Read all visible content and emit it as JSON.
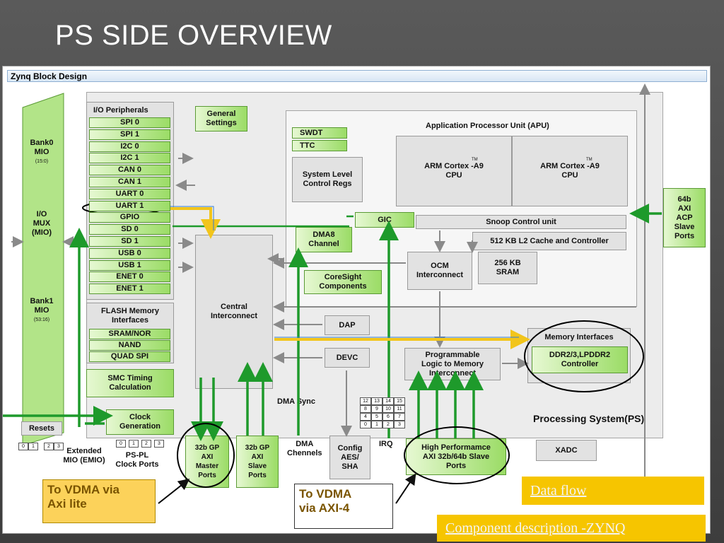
{
  "slide": {
    "title": "PS SIDE OVERVIEW"
  },
  "diagram": {
    "window_title": "Zynq Block Design",
    "mio": {
      "bank0": "Bank0",
      "bank0_mio": "MIO",
      "bank0_range": "(15:0)",
      "io_mux_1": "I/O",
      "io_mux_2": "MUX",
      "io_mux_3": "(MIO)",
      "bank1": "Bank1",
      "bank1_mio": "MIO",
      "bank1_range": "(53:16)"
    },
    "io_peripherals": {
      "title": "I/O Peripherals",
      "items": [
        "SPI 0",
        "SPI 1",
        "I2C 0",
        "I2C 1",
        "CAN 0",
        "CAN 1",
        "UART 0",
        "UART 1",
        "GPIO",
        "SD 0",
        "SD 1",
        "USB 0",
        "USB 1",
        "ENET 0",
        "ENET 1"
      ],
      "check_mark": "√"
    },
    "flash": {
      "title_1": "FLASH Memory",
      "title_2": "Interfaces",
      "items": [
        "SRAM/NOR",
        "NAND",
        "QUAD SPI"
      ]
    },
    "smc": {
      "line1": "SMC Timing",
      "line2": "Calculation"
    },
    "resets": "Resets",
    "clock": {
      "line1": "Clock",
      "line2": "Generation",
      "ports": [
        "0",
        "1",
        "2",
        "3"
      ]
    },
    "emio": {
      "ports": [
        "0",
        "1",
        "2",
        "3"
      ],
      "line1": "Extended",
      "line2": "MIO (EMIO)"
    },
    "pspl_clock": {
      "line1": "PS-PL",
      "line2": "Clock Ports"
    },
    "general_settings": {
      "line1": "General",
      "line2": "Settings"
    },
    "central_interconnect": {
      "line1": "Central",
      "line2": "Interconnect"
    },
    "swdt": "SWDT",
    "ttc": "TTC",
    "system_level": {
      "line1": "System Level",
      "line2": "Control Regs"
    },
    "apu": {
      "title": "Application Processor Unit (APU)",
      "cpu1_line1": "ARM Cortex -A9",
      "cpu1_line2": "CPU",
      "cpu2_line1": "ARM Cortex -A9",
      "cpu2_line2": "CPU",
      "tm": "TM"
    },
    "gic": "GIC",
    "snoop": "Snoop Control unit",
    "l2cache": "512 KB L2 Cache and Controller",
    "dma8": {
      "line1": "DMA8",
      "line2": "Channel"
    },
    "ocm": {
      "line1": "OCM",
      "line2": "Interconnect"
    },
    "sram": {
      "line1": "256 KB",
      "line2": "SRAM"
    },
    "coresight": {
      "line1": "CoreSight",
      "line2": "Components"
    },
    "dap": "DAP",
    "devc": "DEVC",
    "memory_interfaces": "Memory Interfaces",
    "ddr": {
      "line1": "DDR2/3,LPDDR2",
      "line2": "Controller"
    },
    "pl_mem": {
      "line1": "Programmable",
      "line2": "Logic to Memory",
      "line3": "Interconnect"
    },
    "acp": {
      "line1": "64b",
      "line2": "AXI",
      "line3": "ACP",
      "line4": "Slave",
      "line5": "Ports"
    },
    "processing_system": "Processing System(PS)",
    "dma_sync": "DMA Sync",
    "irq_grid": [
      [
        "12",
        "13",
        "14",
        "15"
      ],
      [
        "8",
        "9",
        "10",
        "11"
      ],
      [
        "4",
        "5",
        "6",
        "7"
      ],
      [
        "0",
        "1",
        "2",
        "3"
      ]
    ],
    "irq": "IRQ",
    "dma_channels": {
      "line1": "DMA",
      "line2": "Chennels"
    },
    "gp_master": {
      "line1": "32b GP",
      "line2": "AXI",
      "line3": "Master",
      "line4": "Ports"
    },
    "gp_slave": {
      "line1": "32b GP",
      "line2": "AXI",
      "line3": "Slave",
      "line4": "Ports"
    },
    "config": {
      "line1": "Config",
      "line2": "AES/",
      "line3": "SHA"
    },
    "hp": {
      "line1": "High Performamce",
      "line2": "AXI 32b/64b Slave",
      "line3": "Ports"
    },
    "xadc": "XADC"
  },
  "annotations": {
    "to_vdma_axi_lite": {
      "line1": "To VDMA via",
      "line2": "Axi lite"
    },
    "to_vdma_axi4": {
      "line1": "To VDMA",
      "line2": "via AXI-4"
    }
  },
  "links": {
    "data_flow": "Data flow",
    "component_description": "Component description -ZYNQ"
  },
  "colors": {
    "green_block": "#86d24e",
    "green_arrow": "#1e9a2b",
    "gray_arrow": "#8a8a8a",
    "yellow_arrow": "#f2c51b",
    "note_yellow": "#fcd25a"
  }
}
